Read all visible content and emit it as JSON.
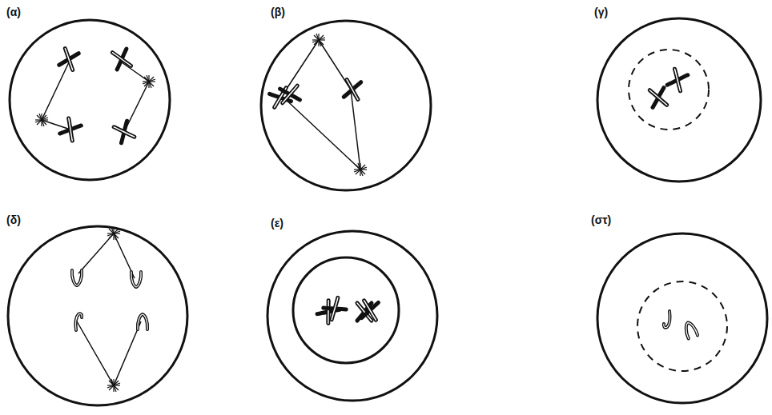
{
  "diagram": {
    "labels": [
      "(α)",
      "(β)",
      "(γ)",
      "(δ)",
      "(ε)",
      "(στ)"
    ]
  }
}
